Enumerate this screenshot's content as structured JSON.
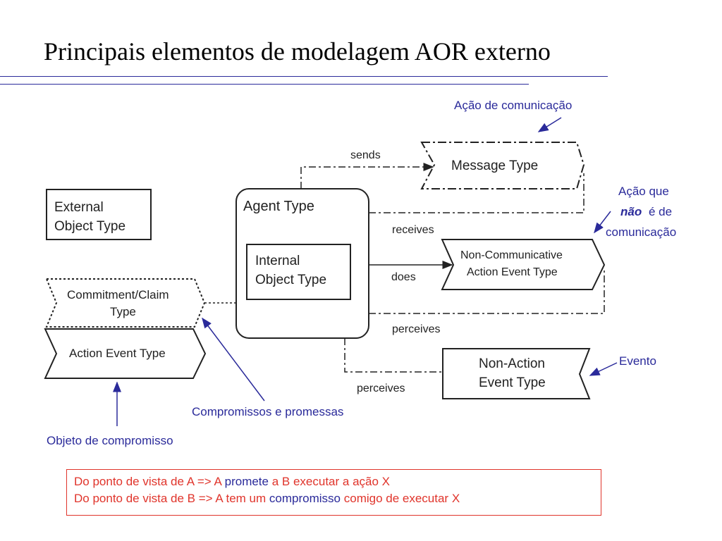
{
  "title": "Principais elementos de modelagem AOR externo",
  "colors": {
    "note": "#2a2a9a",
    "highlight": "#e0342b",
    "rule": "#2b2b9a"
  },
  "diagram": {
    "external_object": [
      "External",
      "Object Type"
    ],
    "agent_type": "Agent Type",
    "internal_object": [
      "Internal",
      "Object Type"
    ],
    "message_type": "Message Type",
    "non_comm_action": [
      "Non-Communicative",
      "Action Event Type"
    ],
    "non_action_event": [
      "Non-Action",
      "Event Type"
    ],
    "commitment_claim": [
      "Commitment/Claim",
      "Type"
    ],
    "action_event": "Action Event Type",
    "edges": {
      "sends": "sends",
      "receives": "receives",
      "does": "does",
      "perceives_1": "perceives",
      "perceives_2": "perceives"
    }
  },
  "annotations": {
    "acao_comunicacao": "Ação de comunicação",
    "acao_nao_comunicacao": {
      "line1": "Ação que",
      "nao": "não",
      "de": "é de",
      "line3": "comunicação"
    },
    "evento": "Evento",
    "compromissos": "Compromissos e promessas",
    "objeto_compromisso": "Objeto de compromisso"
  },
  "legend": {
    "line1": {
      "a": "Do ponto de vista de A => A",
      "b": "promete",
      "c": "a B executar a ação X"
    },
    "line2": {
      "a": "Do ponto de vista de B => A tem um",
      "b": "compromisso",
      "c": "comigo de executar X"
    }
  }
}
